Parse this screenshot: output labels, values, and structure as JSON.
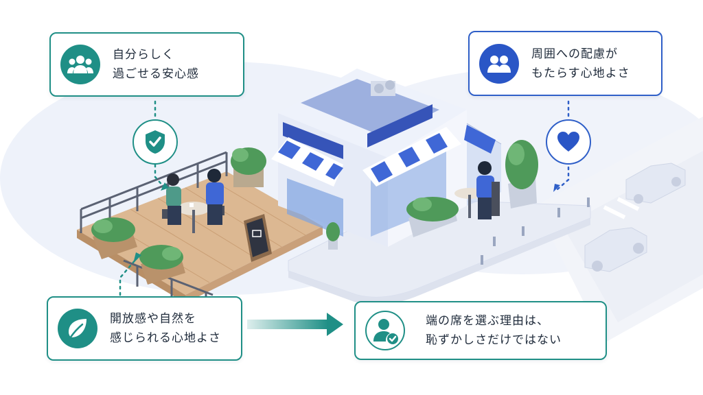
{
  "callouts": {
    "top_left": {
      "line1": "自分らしく",
      "line2": "過ごせる安心感",
      "icon": "group-icon"
    },
    "top_right": {
      "line1": "周囲への配慮が",
      "line2": "もたらす心地よさ",
      "icon": "pair-users-icon"
    },
    "bottom_left": {
      "line1": "開放感や自然を",
      "line2": "感じられる心地よさ",
      "icon": "leaf-icon"
    },
    "bottom_right": {
      "line1": "端の席を選ぶ理由は、",
      "line2": "恥ずかしさだけではない",
      "icon": "user-check-icon"
    }
  },
  "markers": {
    "left": "shield-check-icon",
    "right": "heart-icon"
  },
  "colors": {
    "teal": "#1f8f86",
    "blue": "#2f5fc8",
    "awning_blue": "#3f67d6",
    "deck_wood": "#d9b48c",
    "plant_green": "#4f9a5a"
  }
}
